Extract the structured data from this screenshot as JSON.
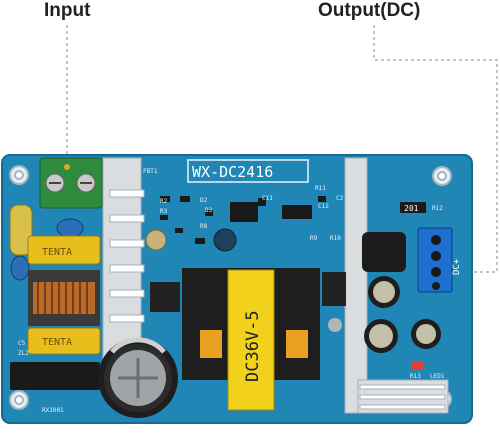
{
  "callouts": {
    "input": "Input",
    "output": "Output(DC)"
  },
  "board": {
    "model": "WX-DC2416",
    "transformer_label": "DC36V-5",
    "brand_marking": "TENTA",
    "silkscreen": [
      "FBT1",
      "R11",
      "R12",
      "R13",
      "R9",
      "R10",
      "C11",
      "C12",
      "C2",
      "R2",
      "R3",
      "R8",
      "D2",
      "D3",
      "C5",
      "ZL2",
      "RX1001",
      "LED1",
      "201",
      "DC+"
    ]
  },
  "colors": {
    "pcb": "#1f86b6",
    "heatsink": "#d9dde0",
    "terminal_green": "#2e8b3e",
    "terminal_blue": "#1e6fd0",
    "cap_yellow": "#e8bf1a"
  }
}
